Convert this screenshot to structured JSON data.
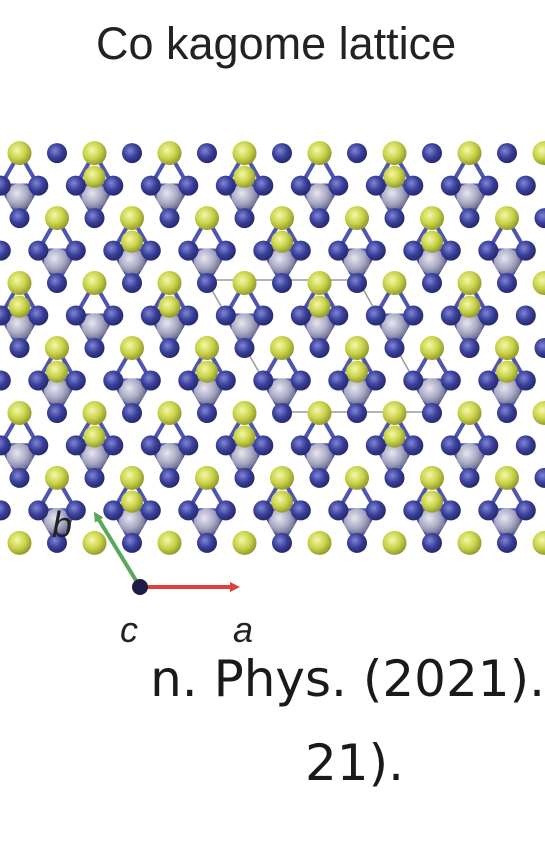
{
  "title": "Co kagome lattice",
  "axes": {
    "a": "a",
    "b": "b",
    "c": "c"
  },
  "caption": {
    "line1": "n. Phys. (2021).",
    "line2": "21)."
  },
  "colors": {
    "cobalt": "#3a3f9a",
    "cobalt_bond": "#4d55b0",
    "tin_yellow": "#c9d34a",
    "interstitial_gray": "#a9a9c4",
    "unit_cell": "#9a9a9a",
    "axis_a": "#e0403a",
    "axis_b": "#58a85a",
    "axis_c": "#1c1c44"
  }
}
